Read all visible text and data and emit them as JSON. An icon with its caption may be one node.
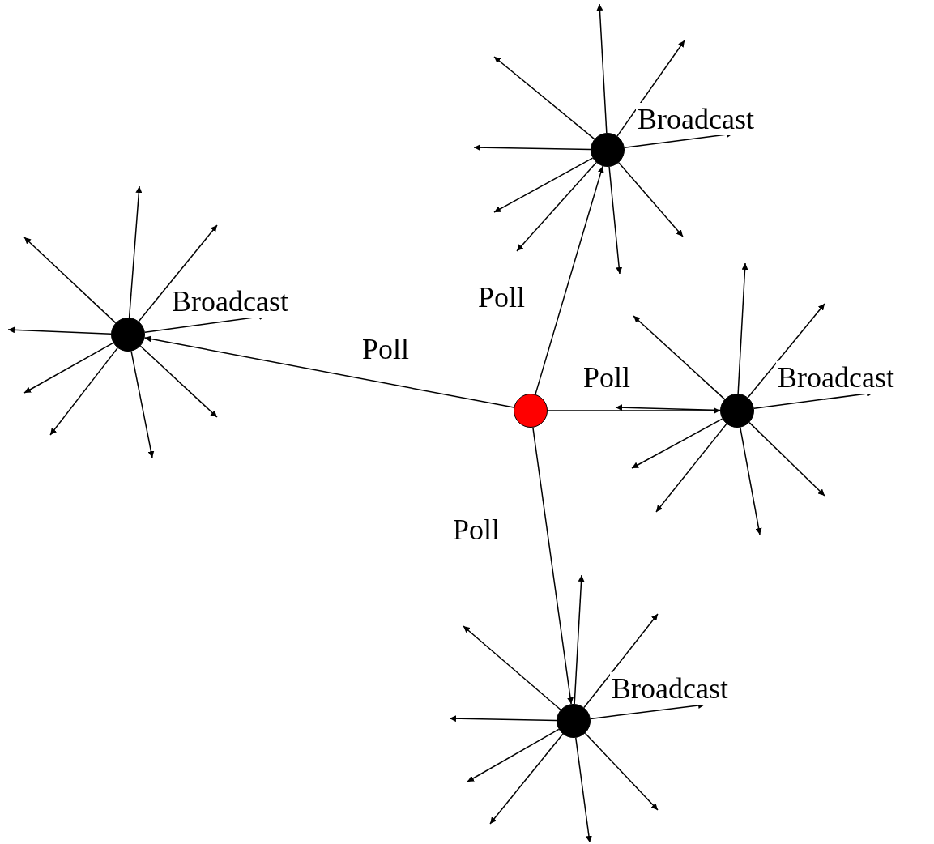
{
  "diagram": {
    "nodes": [
      {
        "text": [],
        "shape": "circle"
      },
      {
        "text": [],
        "shape": "circle"
      },
      {
        "text": [],
        "shape": "circle"
      },
      {
        "text": [],
        "shape": "circle"
      },
      {
        "text": [],
        "shape": "circle"
      }
    ],
    "edges": [
      {
        "from": 2,
        "to": 0,
        "arrow": "to",
        "label": "Poll"
      },
      {
        "from": 2,
        "to": 1,
        "arrow": "to",
        "label": "Poll"
      },
      {
        "from": 2,
        "to": 3,
        "arrow": "to",
        "label": "Poll"
      },
      {
        "from": 2,
        "to": 4,
        "arrow": "to",
        "label": "Poll"
      },
      {
        "from": 0,
        "to": null,
        "arrow": "to"
      },
      {
        "from": 0,
        "to": null,
        "arrow": "to"
      },
      {
        "from": 0,
        "to": null,
        "arrow": "to"
      },
      {
        "from": 0,
        "to": null,
        "arrow": "to"
      },
      {
        "from": 0,
        "to": null,
        "arrow": "to",
        "label": "Broadcast"
      },
      {
        "from": 0,
        "to": null,
        "arrow": "to"
      },
      {
        "from": 0,
        "to": null,
        "arrow": "to"
      },
      {
        "from": 0,
        "to": null,
        "arrow": "to"
      },
      {
        "from": 0,
        "to": null,
        "arrow": "to"
      },
      {
        "from": 1,
        "to": null,
        "arrow": "to"
      },
      {
        "from": 1,
        "to": null,
        "arrow": "to"
      },
      {
        "from": 1,
        "to": null,
        "arrow": "to"
      },
      {
        "from": 1,
        "to": null,
        "arrow": "to"
      },
      {
        "from": 1,
        "to": null,
        "arrow": "to",
        "label": "Broadcast"
      },
      {
        "from": 1,
        "to": null,
        "arrow": "to"
      },
      {
        "from": 1,
        "to": null,
        "arrow": "to"
      },
      {
        "from": 1,
        "to": null,
        "arrow": "to"
      },
      {
        "from": 1,
        "to": null,
        "arrow": "to"
      },
      {
        "from": 3,
        "to": null,
        "arrow": "to"
      },
      {
        "from": 3,
        "to": null,
        "arrow": "to"
      },
      {
        "from": 3,
        "to": null,
        "arrow": "to"
      },
      {
        "from": 3,
        "to": null,
        "arrow": "to"
      },
      {
        "from": 3,
        "to": null,
        "arrow": "to",
        "label": "Broadcast"
      },
      {
        "from": 3,
        "to": null,
        "arrow": "to"
      },
      {
        "from": 3,
        "to": null,
        "arrow": "to"
      },
      {
        "from": 3,
        "to": null,
        "arrow": "to"
      },
      {
        "from": 3,
        "to": null,
        "arrow": "to"
      },
      {
        "from": 4,
        "to": null,
        "arrow": "to"
      },
      {
        "from": 4,
        "to": null,
        "arrow": "to"
      },
      {
        "from": 4,
        "to": null,
        "arrow": "to"
      },
      {
        "from": 4,
        "to": null,
        "arrow": "to"
      },
      {
        "from": 4,
        "to": null,
        "arrow": "to",
        "label": "Broadcast"
      },
      {
        "from": 4,
        "to": null,
        "arrow": "to"
      },
      {
        "from": 4,
        "to": null,
        "arrow": "to"
      },
      {
        "from": 4,
        "to": null,
        "arrow": "to"
      },
      {
        "from": 4,
        "to": null,
        "arrow": "to"
      }
    ]
  }
}
